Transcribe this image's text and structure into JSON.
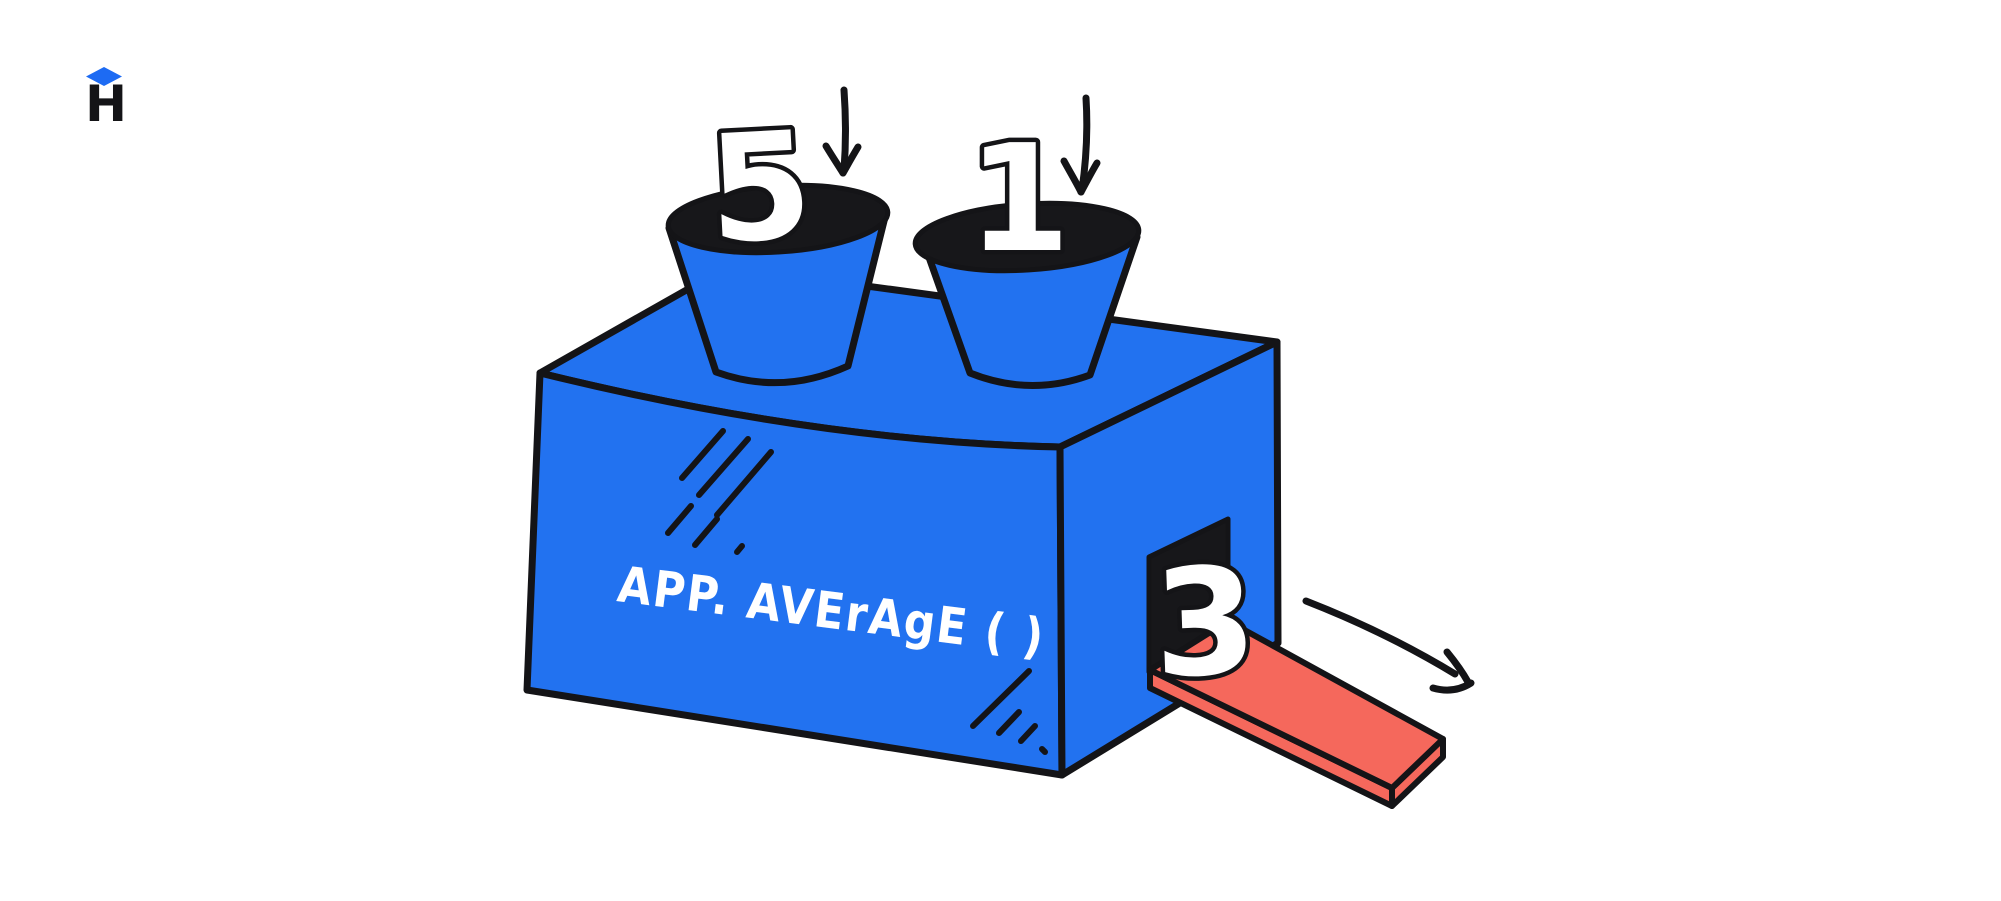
{
  "page": {
    "background": "#ffffff"
  },
  "logo": {
    "letter": "H"
  },
  "machine": {
    "label": "APP. AVErAgE ( )"
  },
  "inputs": [
    {
      "value": "5"
    },
    {
      "value": "1"
    }
  ],
  "output": {
    "value": "3"
  },
  "palette": {
    "background": "#ffffff",
    "ink": "#141417",
    "machine_blue": "#2272f0",
    "funnel_opening": "#17171a",
    "tray_red": "#f5685c",
    "number_fill": "#ffffff",
    "label_white": "#ffffff",
    "logo_cap_blue": "#1d6bf3"
  }
}
